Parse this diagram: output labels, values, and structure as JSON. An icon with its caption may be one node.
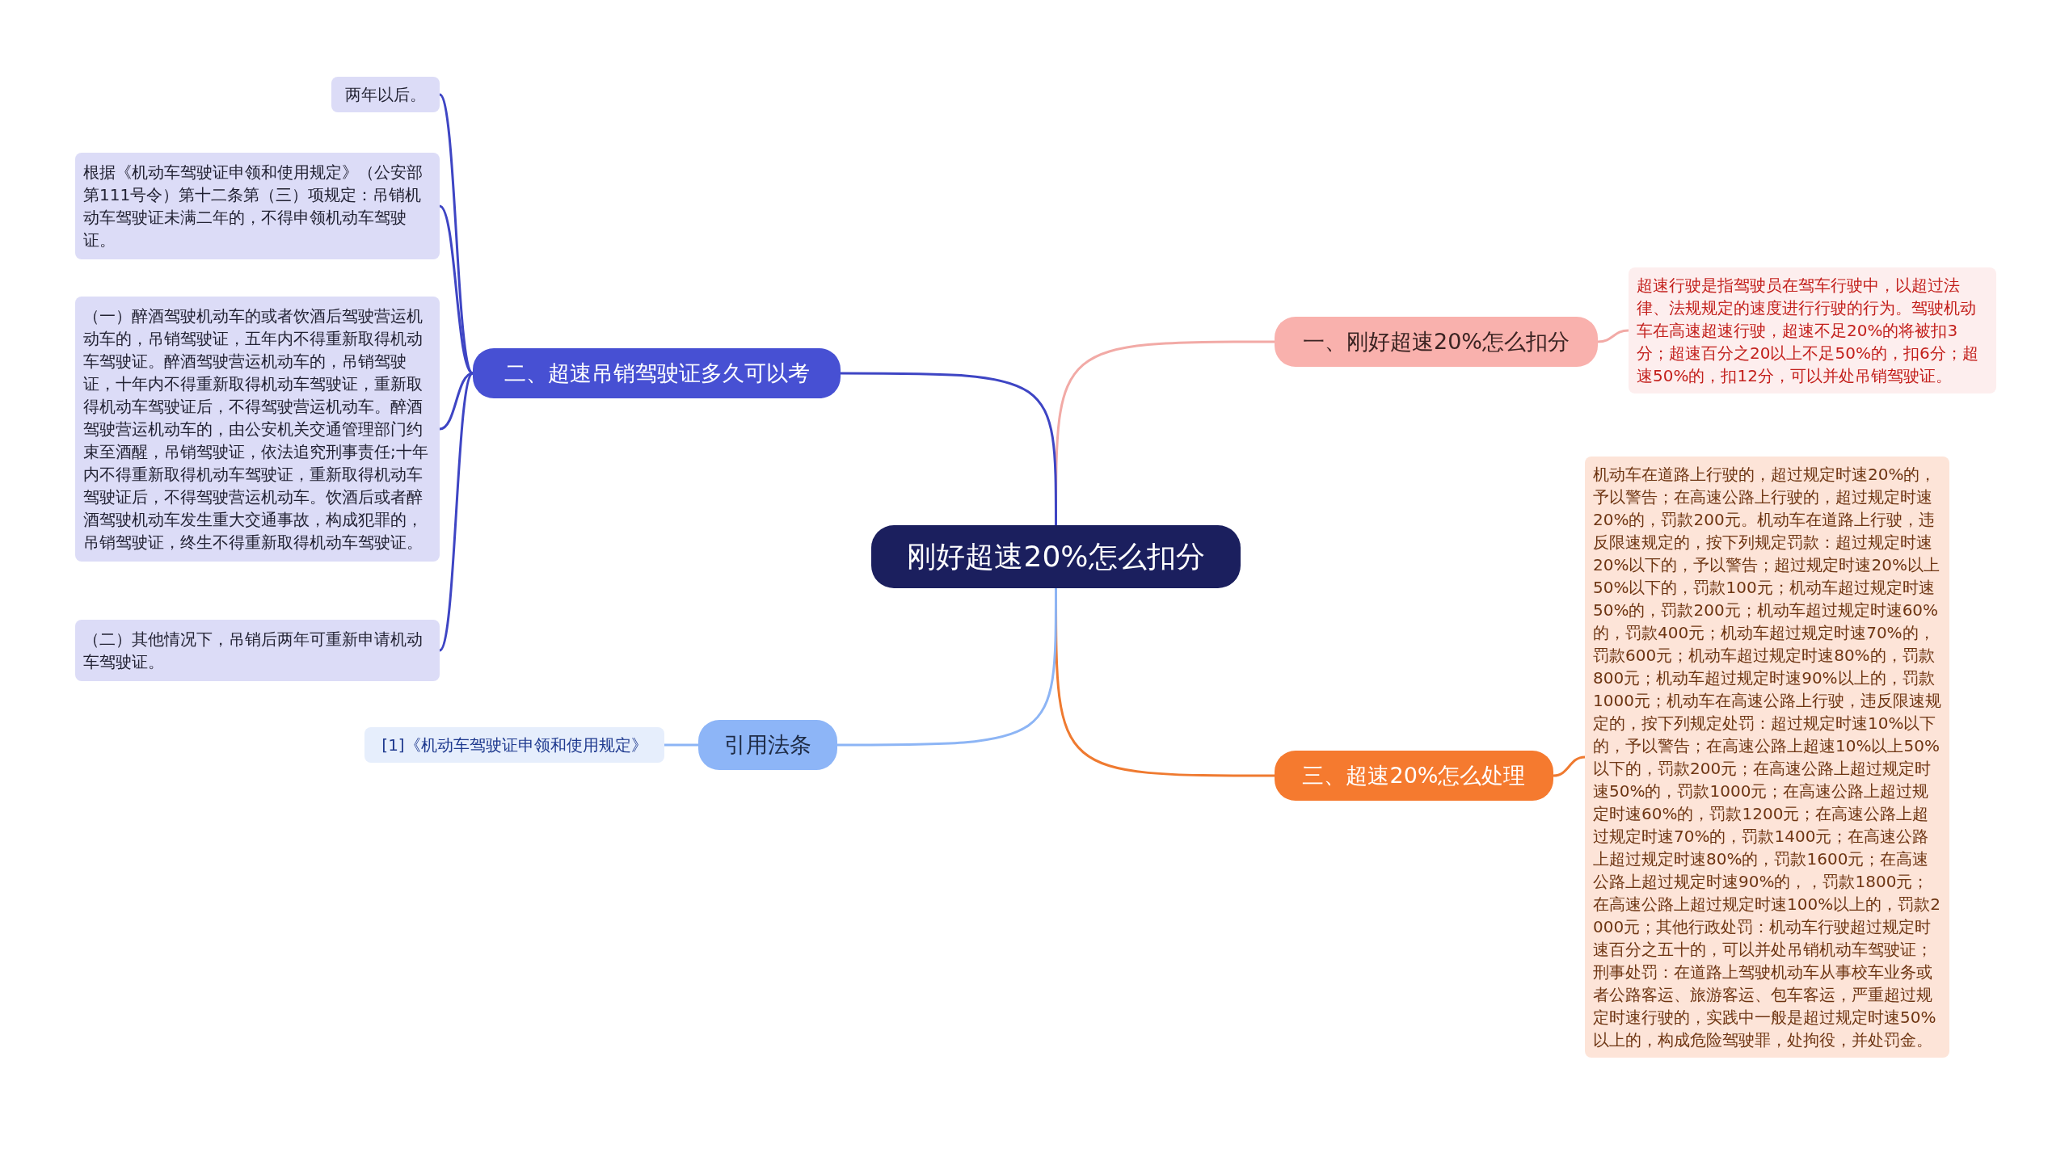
{
  "diagram": {
    "nodes": [
      {
        "text": [
          "刚好超速20%怎么扣分"
        ]
      },
      {
        "text": [
          "一、刚好超速20%怎么扣分"
        ]
      },
      {
        "text": [
          "超速行驶是指驾驶员在驾车行驶中，以超过法律、法规规定的速度进行行驶的行为。驾驶机动车在高速超速行驶，超速不足20%的将被扣3分；超速百分之20以上不足50%的，扣6分；超速50%的，扣12分，可以并处吊销驾驶证。"
        ]
      },
      {
        "text": [
          "二、超速吊销驾驶证多久可以考"
        ]
      },
      {
        "text": [
          "两年以后。"
        ]
      },
      {
        "text": [
          "根据《机动车驾驶证申领和使用规定》（公安部第111号令）第十二条第（三）项规定：吊销机动车驾驶证未满二年的，不得申领机动车驾驶证。"
        ]
      },
      {
        "text": [
          "（一）醉酒驾驶机动车的或者饮酒后驾驶营运机动车的，吊销驾驶证，五年内不得重新取得机动车驾驶证。醉酒驾驶营运机动车的，吊销驾驶证，十年内不得重新取得机动车驾驶证，重新取得机动车驾驶证后，不得驾驶营运机动车。醉酒驾驶营运机动车的，由公安机关交通管理部门约束至酒醒，吊销驾驶证，依法追究刑事责任;十年内不得重新取得机动车驾驶证，重新取得机动车驾驶证后，不得驾驶营运机动车。饮酒后或者醉酒驾驶机动车发生重大交通事故，构成犯罪的，吊销驾驶证，终生不得重新取得机动车驾驶证。"
        ]
      },
      {
        "text": [
          "（二）其他情况下，吊销后两年可重新申请机动车驾驶证。"
        ]
      },
      {
        "text": [
          "三、超速20%怎么处理"
        ]
      },
      {
        "text": [
          "机动车在道路上行驶的，超过规定时速20%的，予以警告；在高速公路上行驶的，超过规定时速20%的，罚款200元。机动车在道路上行驶，违反限速规定的，按下列规定罚款：超过规定时速20%以下的，予以警告；超过规定时速20%以上50%以下的，罚款100元；机动车超过规定时速50%的，罚款200元；机动车超过规定时速60%的，罚款400元；机动车超过规定时速70%的，罚款600元；机动车超过规定时速80%的，罚款800元；机动车超过规定时速90%以上的，罚款1000元；机动车在高速公路上行驶，违反限速规定的，按下列规定处罚：超过规定时速10%以下的，予以警告；在高速公路上超速10%以上50%以下的，罚款200元；在高速公路上超过规定时速50%的，罚款1000元；在高速公路上超过规定时速60%的，罚款1200元；在高速公路上超过规定时速70%的，罚款1400元；在高速公路上超过规定时速80%的，罚款1600元；在高速公路上超过规定时速90%的，，罚款1800元；在高速公路上超过规定时速100%以上的，罚款2000元；其他行政处罚：机动车行驶超过规定时速百分之五十的，可以并处吊销机动车驾驶证；刑事处罚：在道路上驾驶机动车从事校车业务或者公路客运、旅游客运、包车客运，严重超过规定时速行驶的，实践中一般是超过规定时速50%以上的，构成危险驾驶罪，处拘役，并处罚金。"
        ]
      },
      {
        "text": [
          "引用法条"
        ]
      },
      {
        "text": [
          "[1]《机动车驾驶证申领和使用规定》"
        ]
      }
    ],
    "edges": [
      {
        "from": 0,
        "to": 1,
        "arrow": "none",
        "color": "#f2aaa6"
      },
      {
        "from": 1,
        "to": 2,
        "arrow": "none",
        "color": "#f2aaa6"
      },
      {
        "from": 0,
        "to": 3,
        "arrow": "none",
        "color": "#3e45c4"
      },
      {
        "from": 3,
        "to": 4,
        "arrow": "none",
        "color": "#3e45c4"
      },
      {
        "from": 3,
        "to": 5,
        "arrow": "none",
        "color": "#3e45c4"
      },
      {
        "from": 3,
        "to": 6,
        "arrow": "none",
        "color": "#3e45c4"
      },
      {
        "from": 3,
        "to": 7,
        "arrow": "none",
        "color": "#3e45c4"
      },
      {
        "from": 0,
        "to": 8,
        "arrow": "none",
        "color": "#ef7a30"
      },
      {
        "from": 8,
        "to": 9,
        "arrow": "none",
        "color": "#ef7a30"
      },
      {
        "from": 0,
        "to": 10,
        "arrow": "none",
        "color": "#8db5f5"
      },
      {
        "from": 10,
        "to": 11,
        "arrow": "none",
        "color": "#8db5f5"
      }
    ]
  }
}
